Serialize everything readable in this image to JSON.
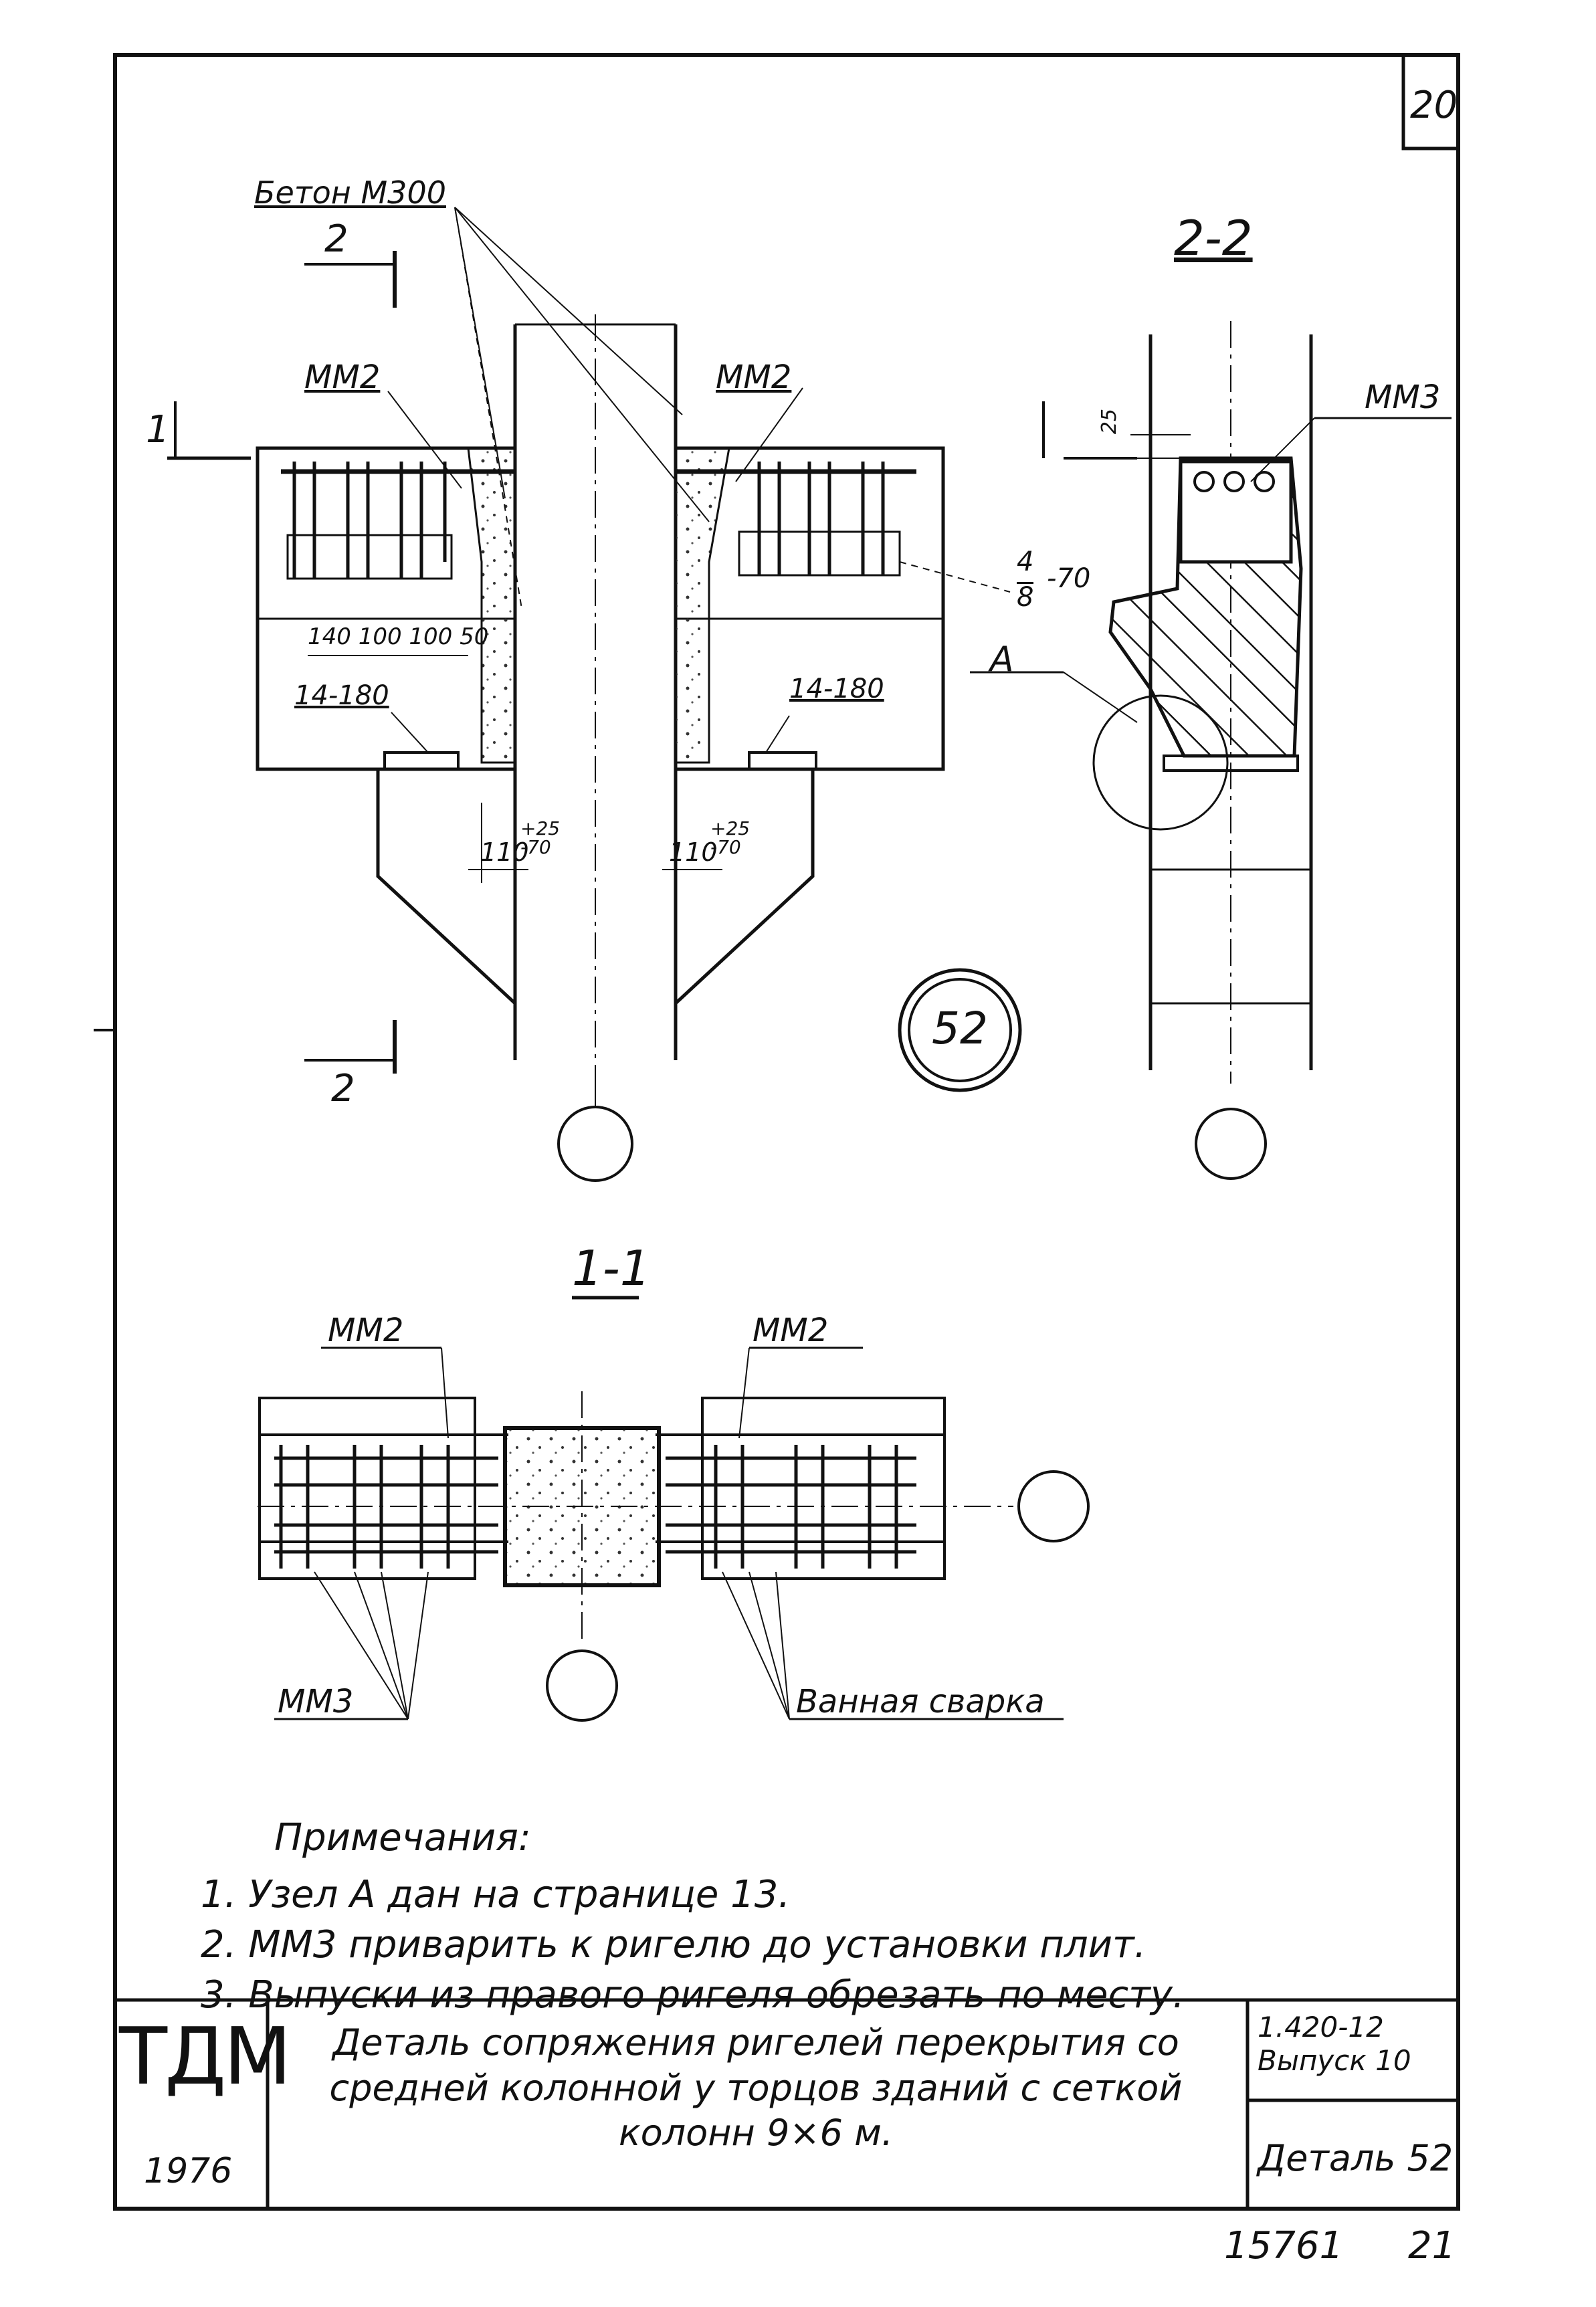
{
  "sheet": {
    "page_number": "20",
    "detail_badge": "52"
  },
  "labels": {
    "concrete": "Бетон М300",
    "section_2_top": "2",
    "section_2_bottom": "2",
    "section_1_mark": "1",
    "mm2_left": "ММ2",
    "mm2_right": "ММ2",
    "mm3_top": "ММ3",
    "mm3_bottom": "ММ3",
    "mm2_plan_left": "ММ2",
    "mm2_plan_right": "ММ2",
    "bath_welding": "Ванная сварка",
    "node_a": "А",
    "spacing": "140 100 100 50",
    "dim_14_180_left": "14-180",
    "dim_14_180_right": "14-180",
    "dim_110_left": "110",
    "dim_tol_left": "+25 -70",
    "dim_110_right": "110",
    "dim_tol_right": "+25 -70",
    "dim_25": "25",
    "frac_num": "4",
    "frac_den": "8",
    "frac_val": "-70"
  },
  "titles": {
    "section_22": "2-2",
    "section_11": "1-1"
  },
  "notes": {
    "header": "Примечания:",
    "items": [
      "1. Узел А дан на странице 13.",
      "2. ММ3 приварить к ригелю до установки плит.",
      "3. Выпуски из правого ригеля обрезать по месту."
    ]
  },
  "title_block": {
    "org": "ТДМ",
    "year": "1976",
    "description": "Деталь сопряжения ригелей перекрытия со средней колонной у торцов зданий с сеткой колонн 9×6 м.",
    "series": "1.420-12",
    "issue": "Выпуск 10",
    "detail": "Деталь 52"
  },
  "footer": {
    "number": "15761",
    "sheet": "21"
  }
}
